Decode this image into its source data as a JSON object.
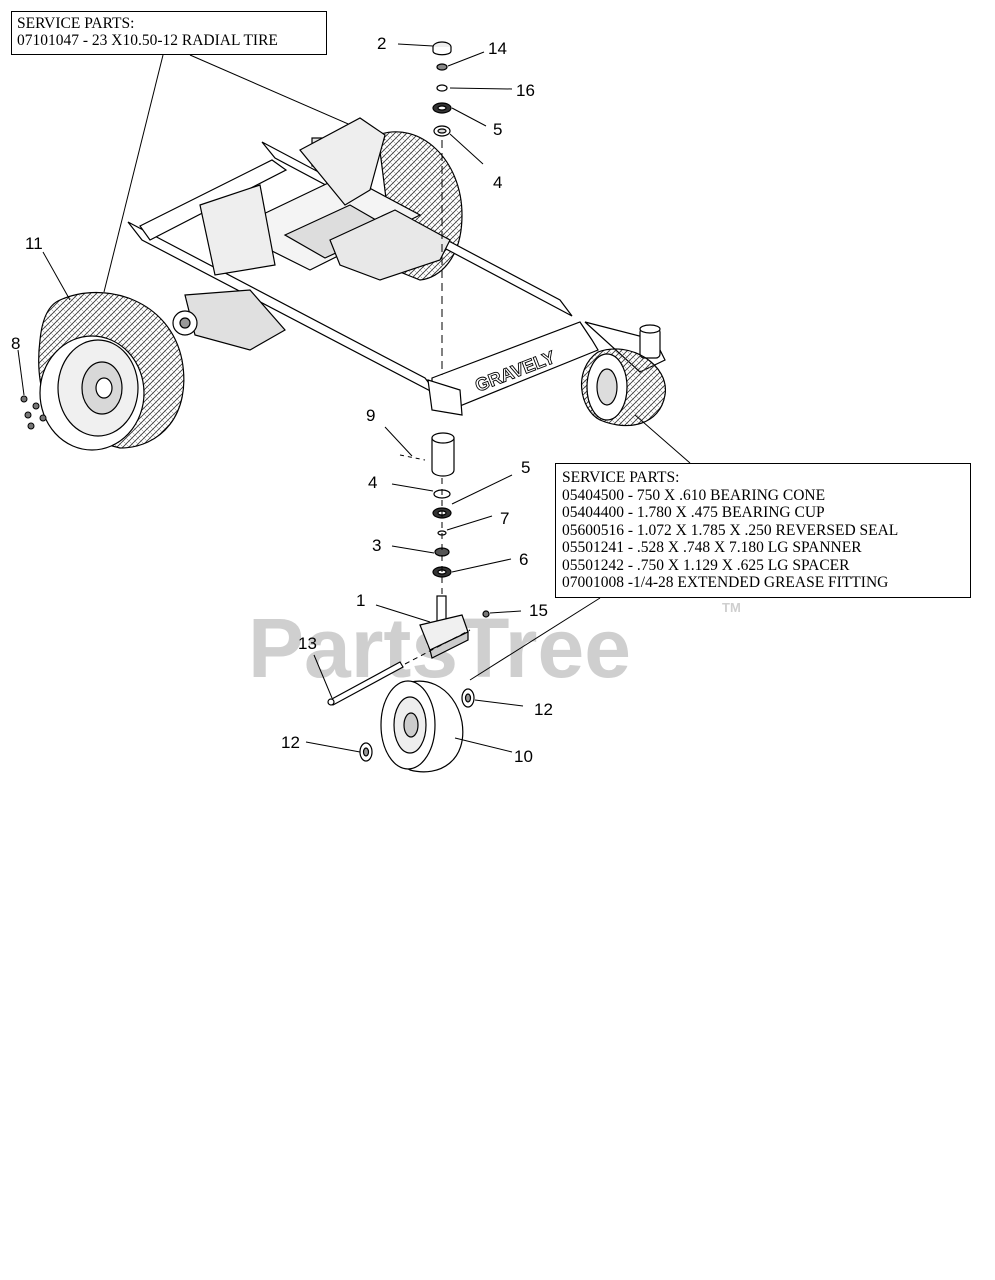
{
  "service_parts_top": {
    "heading": "SERVICE PARTS:",
    "items": [
      "07101047 - 23 X10.50-12 RADIAL TIRE"
    ]
  },
  "service_parts_right": {
    "heading": "SERVICE PARTS:",
    "items": [
      "05404500 - 750 X .610 BEARING CONE",
      "05404400 - 1.780 X .475 BEARING CUP",
      "05600516 - 1.072 X 1.785 X .250 REVERSED SEAL",
      "05501241 - .528 X .748 X 7.180 LG SPANNER",
      "05501242 - .750 X 1.129 X .625 LG SPACER",
      "07001008 -1/4-28 EXTENDED GREASE FITTING"
    ]
  },
  "callouts": [
    "2",
    "14",
    "16",
    "5",
    "4",
    "11",
    "8",
    "9",
    "4",
    "5",
    "7",
    "3",
    "6",
    "1",
    "15",
    "13",
    "12",
    "12",
    "10"
  ],
  "frame_brand": "GRAVELY",
  "watermark": {
    "text": "PartsTree",
    "tm": "TM"
  }
}
